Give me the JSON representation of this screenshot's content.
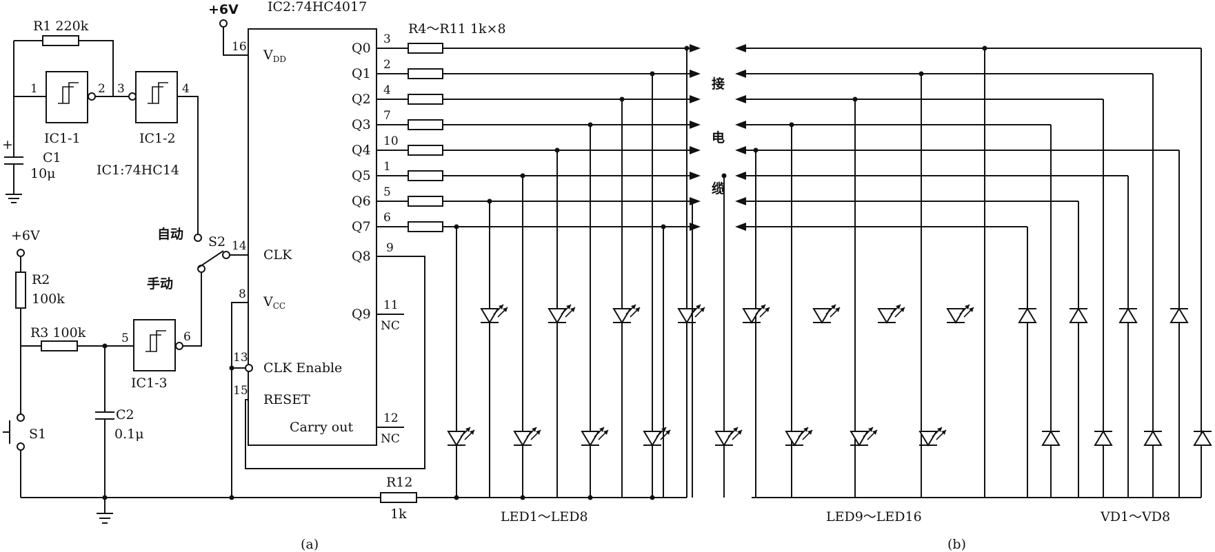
{
  "supply": {
    "top_left": "+6V",
    "ic2": "+6V"
  },
  "components": {
    "r1": "R1  220k",
    "ic1_1": "IC1-1",
    "ic1_2": "IC1-2",
    "ic1_3": "IC1-3",
    "ic1_type": "IC1:74HC14",
    "c1_name": "C1",
    "c1_value": "10μ",
    "c1_plus": "+",
    "r2_name": "R2",
    "r2_value": "100k",
    "r3": "R3  100k",
    "c2_name": "C2",
    "c2_value": "0.1μ",
    "s1": "S1",
    "s2": "S2",
    "auto": "自动",
    "manual": "手动",
    "r12_name": "R12",
    "r12_value": "1k",
    "resistor_array": "R4～R11  1k×8",
    "ic2_title": "IC2:74HC4017"
  },
  "ic1_pins": {
    "p1": "1",
    "p2": "2",
    "p3": "3",
    "p4": "4",
    "p5": "5",
    "p6": "6"
  },
  "ic2": {
    "left_pins": [
      {
        "num": "16",
        "name": "V",
        "sub": "DD"
      },
      {
        "num": "14",
        "name": "CLK",
        "sub": ""
      },
      {
        "num": "8",
        "name": "V",
        "sub": "CC"
      },
      {
        "num": "13",
        "name": "CLK Enable",
        "sub": ""
      },
      {
        "num": "15",
        "name": "RESET",
        "sub": ""
      }
    ],
    "outputs": [
      {
        "name": "Q0",
        "pin": "3"
      },
      {
        "name": "Q1",
        "pin": "2"
      },
      {
        "name": "Q2",
        "pin": "4"
      },
      {
        "name": "Q3",
        "pin": "7"
      },
      {
        "name": "Q4",
        "pin": "10"
      },
      {
        "name": "Q5",
        "pin": "1"
      },
      {
        "name": "Q6",
        "pin": "5"
      },
      {
        "name": "Q7",
        "pin": "6"
      }
    ],
    "q8": {
      "name": "Q8",
      "pin": "9"
    },
    "q9": {
      "name": "Q9",
      "pin": "11",
      "nc": "NC"
    },
    "carry": {
      "name": "Carry out",
      "pin": "12",
      "nc": "NC"
    }
  },
  "cable_label": [
    "接",
    "电",
    "缆"
  ],
  "group_labels": {
    "led_a": "LED1～LED8",
    "led_b": "LED9～LED16",
    "diodes": "VD1～VD8"
  },
  "panel_labels": {
    "a": "(a)",
    "b": "(b)"
  },
  "colors": {
    "ink": "#111111",
    "background": "#ffffff"
  }
}
